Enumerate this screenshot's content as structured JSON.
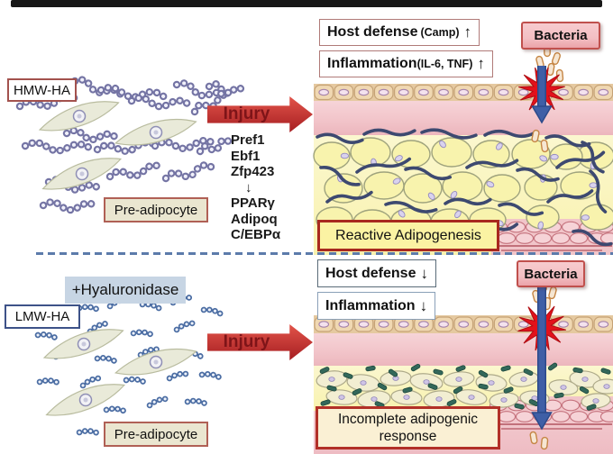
{
  "top": {
    "hmw_label": "HMW-HA",
    "preadipocyte_label": "Pre-adipocyte",
    "injury_label": "Injury",
    "genes": [
      "Pref1",
      "Ebf1",
      "Zfp423",
      "↓",
      "PPARγ",
      "Adipoq",
      "C/EBPα"
    ],
    "host_defense": {
      "main": "Host defense",
      "paren": "(Camp)",
      "arrow": "↑"
    },
    "inflammation": {
      "main": "Inflammation",
      "paren": "(IL-6, TNF)",
      "arrow": "↑"
    },
    "bacteria_label": "Bacteria",
    "outcome_label": "Reactive Adipogenesis"
  },
  "bottom": {
    "hyaluronidase_label": "+Hyaluronidase",
    "lmw_label": "LMW-HA",
    "preadipocyte_label": "Pre-adipocyte",
    "injury_label": "Injury",
    "host_defense": {
      "main": "Host defense",
      "arrow": "↓"
    },
    "inflammation": {
      "main": "Inflammation",
      "arrow": "↓"
    },
    "bacteria_label": "Bacteria",
    "outcome_label_line1": "Incomplete adipogenic",
    "outcome_label_line2": "response"
  },
  "colors": {
    "deep_red": "#a8291e",
    "injury_grad_top": "#e2544a",
    "injury_grad_bottom": "#a61e22",
    "injury_text": "#7e1418",
    "navy_squiggle": "#3d4970",
    "bead_purple": "#7474a4",
    "bead_blue": "#4b6da3",
    "cell_fill": "#e9ead9",
    "cell_stroke": "#b9bc9f",
    "adipocyte_fill": "#f8f3ad",
    "adipocyte_stroke": "#9fa37d",
    "epithelium_band": "#e5c9a0",
    "epithelium_cell": "#f0d8b2",
    "epithelium_cell_stroke": "#c6a377",
    "nucleus_pink": "#f4e2ee",
    "nucleus_stroke": "#a582aa",
    "dermis_pink": "#f2c5ca",
    "adipose_yellow": "#faf5c0",
    "deep_pink": "#f1c5c9",
    "pink_cell_fill": "#f6d3d7",
    "pink_cell_stroke": "#c4717c",
    "teal_rod": "#33685a",
    "teal_rod_stroke": "#1c473c",
    "tan_rod_fill": "#f6e6d2",
    "tan_rod_stroke": "#c58544",
    "starburst_red": "#e3111b",
    "blue_arrow": "#3f5fa6",
    "blue_arrow_dark": "#2c4a8a",
    "dashed_divider": "#5c7bab",
    "hyaluronidase_bg": "#c7d5e4",
    "lmw_border": "#3d5288",
    "cream_bg": "#faf0d4",
    "yellow_label_bg": "#fbf3a3",
    "bacteria_bg": "#f3bfc3",
    "bacteria_border": "#c0504d",
    "preadip_bg": "#eae6d0",
    "preadip_border": "#b06055"
  }
}
